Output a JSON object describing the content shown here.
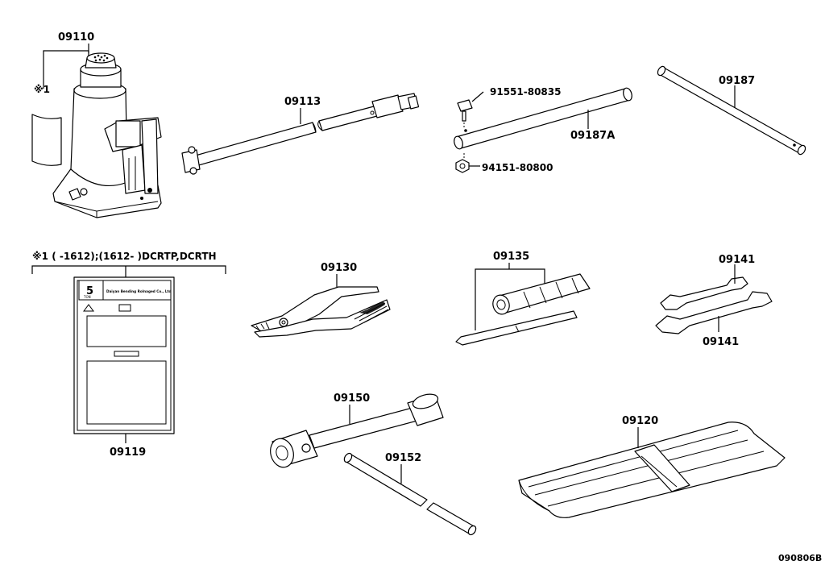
{
  "diagram_id": "090806B",
  "labels": {
    "p09110": "09110",
    "p09113": "09113",
    "p91551": "91551-80835",
    "p09187A": "09187A",
    "p94151": "94151-80800",
    "p09187": "09187",
    "note_mark": "※1",
    "note_line": "※1 (      -1612);(1612-       )DCRTP,DCRTH",
    "p09119": "09119",
    "p09130": "09130",
    "p09135": "09135",
    "p09141_top": "09141",
    "p09141_bottom": "09141",
    "p09150": "09150",
    "p09152": "09152",
    "p09120": "09120"
  },
  "label_card": {
    "capacity": "5",
    "unit": "TON",
    "maker": "Daiyan Bending Rolnaged Co., Ltd"
  }
}
